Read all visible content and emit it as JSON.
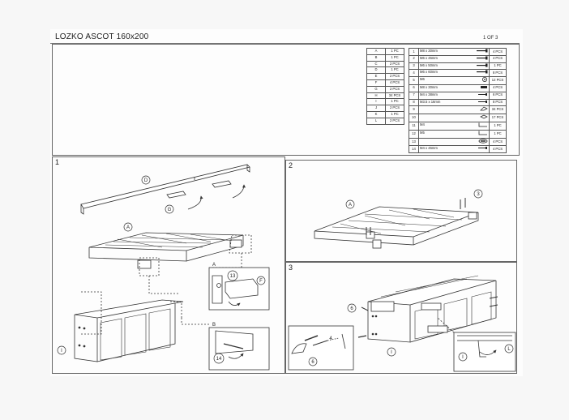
{
  "document": {
    "title": "LOZKO ASCOT 160x200",
    "page": "1 OF 3"
  },
  "parts_table": [
    {
      "id": "A",
      "qty": "1 PC"
    },
    {
      "id": "B",
      "qty": "1 PC"
    },
    {
      "id": "C",
      "qty": "2 PCS"
    },
    {
      "id": "D",
      "qty": "1 PC"
    },
    {
      "id": "E",
      "qty": "2 PCS"
    },
    {
      "id": "F",
      "qty": "4 PCS"
    },
    {
      "id": "G",
      "qty": "2 PCS"
    },
    {
      "id": "H",
      "qty": "34 PCS"
    },
    {
      "id": "I",
      "qty": "1 PC"
    },
    {
      "id": "J",
      "qty": "2 PCS"
    },
    {
      "id": "K",
      "qty": "1 PC"
    },
    {
      "id": "L",
      "qty": "2 PCS"
    }
  ],
  "hardware_table": [
    {
      "no": "1",
      "desc": "M8 x 30mm",
      "icon": "bolt-icon",
      "qty": "4 PCS"
    },
    {
      "no": "2",
      "desc": "M6 x 45mm",
      "icon": "bolt-icon",
      "qty": "4 PCS"
    },
    {
      "no": "3",
      "desc": "M6 x 50mm",
      "icon": "bolt-icon",
      "qty": "1 PC"
    },
    {
      "no": "4",
      "desc": "M6 x 60mm",
      "icon": "bolt-icon",
      "qty": "8 PCS"
    },
    {
      "no": "5",
      "desc": "M6",
      "icon": "washer-icon",
      "qty": "12 PCS"
    },
    {
      "no": "6",
      "desc": "M8 x 30mm",
      "icon": "dowel-icon",
      "qty": "4 PCS"
    },
    {
      "no": "7",
      "desc": "M4 x 38mm",
      "icon": "screw-icon",
      "qty": "6 PCS"
    },
    {
      "no": "8",
      "desc": "M3.5 x 16mm",
      "icon": "screw-icon",
      "qty": "8 PCS"
    },
    {
      "no": "9",
      "desc": "",
      "icon": "bracket-icon",
      "qty": "34 PCS"
    },
    {
      "no": "10",
      "desc": "",
      "icon": "plate-icon",
      "qty": "17 PCS"
    },
    {
      "no": "11",
      "desc": "M4",
      "icon": "allen-key-icon",
      "qty": "1 PC"
    },
    {
      "no": "12",
      "desc": "M5",
      "icon": "allen-key-icon",
      "qty": "1 PC"
    },
    {
      "no": "13",
      "desc": "",
      "icon": "cam-lock-icon",
      "qty": "4 PCS"
    },
    {
      "no": "14",
      "desc": "M4 x 45mm",
      "icon": "screw-icon",
      "qty": "4 PCS"
    }
  ],
  "steps": [
    {
      "number": "1",
      "callouts": [
        "D",
        "G",
        "A",
        "I",
        "A",
        "F",
        "13",
        "B",
        "14"
      ]
    },
    {
      "number": "2",
      "callouts": [
        "A",
        "3"
      ]
    },
    {
      "number": "3",
      "callouts": [
        "6",
        "I",
        "6",
        "4",
        "I",
        "L"
      ]
    }
  ]
}
